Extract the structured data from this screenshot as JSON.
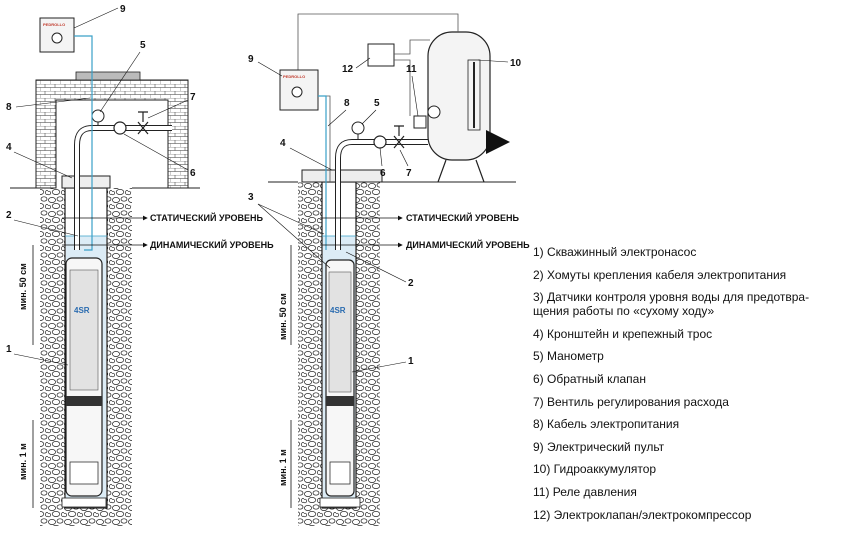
{
  "diagram": {
    "left_scheme": {
      "callouts": [
        "9",
        "5",
        "8",
        "7",
        "4",
        "6",
        "2",
        "1"
      ],
      "levels": [
        "СТАТИЧЕСКИЙ УРОВЕНЬ",
        "ДИНАМИЧЕСКИЙ УРОВЕНЬ"
      ],
      "dimensions": [
        "мин. 50 см",
        "мин. 1 м"
      ],
      "panel_brand": "PEDROLLO",
      "pump_mark": "4SR"
    },
    "right_scheme": {
      "callouts": [
        "9",
        "12",
        "11",
        "10",
        "8",
        "5",
        "4",
        "6",
        "7",
        "3",
        "2",
        "1"
      ],
      "levels": [
        "СТАТИЧЕСКИЙ УРОВЕНЬ",
        "ДИНАМИЧЕСКИЙ УРОВЕНЬ"
      ],
      "dimensions": [
        "мин. 50 см",
        "мин. 1 м"
      ],
      "panel_brand": "PEDROLLO",
      "pump_mark": "4SR"
    },
    "colors": {
      "water": "#dcecf6",
      "stone": "#ffffff",
      "outline": "#1a1a1a",
      "cable": "#3aa0c8",
      "accent": "#c0392b"
    }
  },
  "legend": {
    "items": [
      "1) Скважинный электронасос",
      "2) Хомуты крепления кабеля электропитания",
      "3) Датчики контроля уровня воды для предотвра-",
      "щения работы по «сухому ходу»",
      "4) Кронштейн и крепежный трос",
      "5) Манометр",
      "6) Обратный клапан",
      "7) Вентиль регулирования расхода",
      "8) Кабель электропитания",
      "9) Электрический пульт",
      "10) Гидроаккумулятор",
      "11) Реле давления",
      "12) Электроклапан/электрокомпрессор"
    ]
  }
}
